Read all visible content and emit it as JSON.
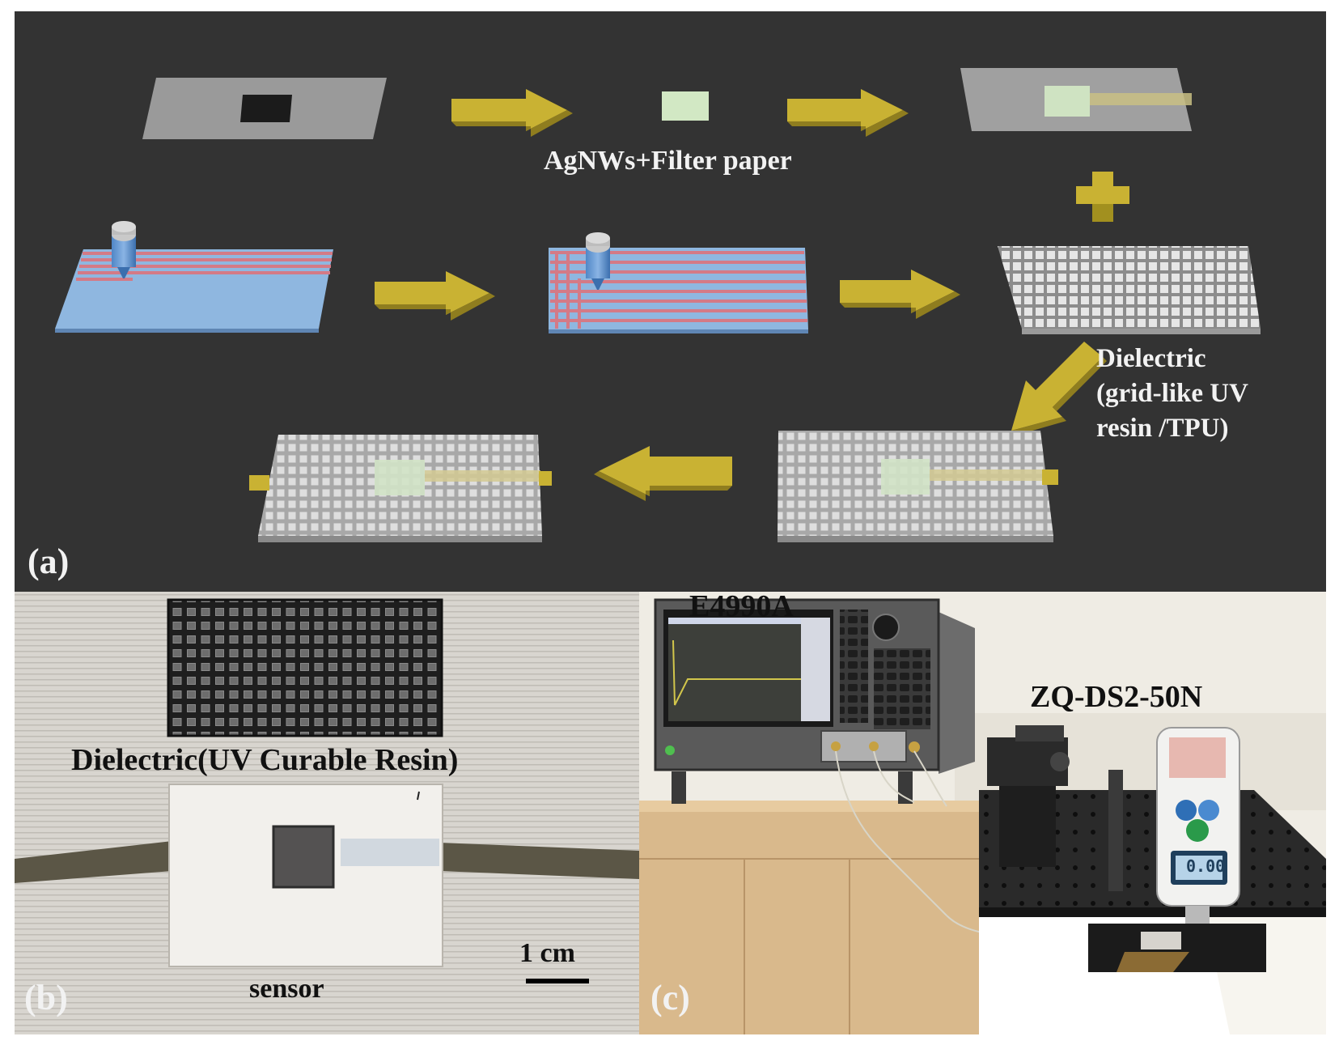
{
  "figure": {
    "panel_a": {
      "label": "(a)",
      "filter_caption": "AgNWs+Filter paper",
      "dielectric_caption": [
        "Dielectric",
        "(grid-like  UV",
        "resin  /TPU)"
      ]
    },
    "panel_b": {
      "label": "(b)",
      "dielectric_caption": "Dielectric(UV  Curable Resin)",
      "sensor_caption": "sensor",
      "scale_bar": "1 cm"
    },
    "panel_c": {
      "label": "(c)",
      "analyzer_caption": "E4990A",
      "force_gauge_caption": "ZQ-DS2-50N",
      "gauge_display": "0.00"
    }
  },
  "colors": {
    "panel_a_background": "#333333",
    "arrow": "#c9b233",
    "substrate_gray": "#9a9a9a",
    "electrode_green": "#cfe6c0",
    "printing_substrate_blue": "#8fb7e0",
    "printed_lines_red": "#d47a86",
    "grid_dielectric": "#e4e4e4"
  }
}
